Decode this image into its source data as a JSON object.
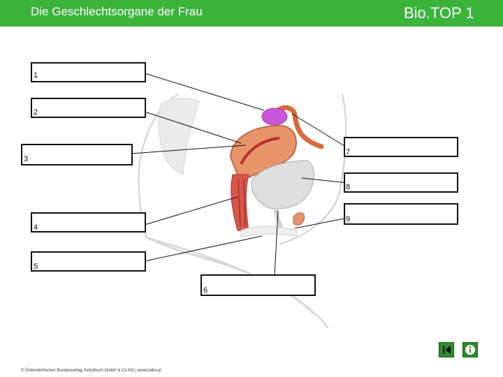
{
  "header": {
    "title": "Die Geschlechtsorgane der Frau",
    "brand": "Bio.TOP 1"
  },
  "labels": [
    {
      "number": "1"
    },
    {
      "number": "2"
    },
    {
      "number": "3"
    },
    {
      "number": "4"
    },
    {
      "number": "5"
    },
    {
      "number": "6"
    },
    {
      "number": "7"
    },
    {
      "number": "8"
    },
    {
      "number": "9"
    }
  ],
  "footer": {
    "copyright": "© Österreichischer Bundesverlag Schulbuch GmbH & Co KG | www.oebv.at"
  },
  "colors": {
    "header_bg": "#3cb43c",
    "nav_bg": "#2e8b2e"
  },
  "navigation": {
    "back_icon": "back-icon",
    "info_icon": "info-icon"
  }
}
